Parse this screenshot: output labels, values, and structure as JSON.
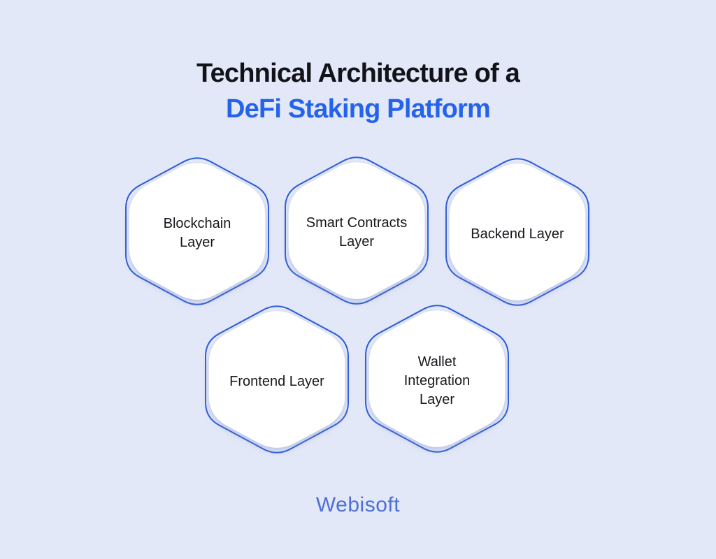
{
  "title": {
    "line1": "Technical Architecture of a",
    "line2": "DeFi Staking Platform"
  },
  "hexagons": [
    {
      "label": "Blockchain Layer"
    },
    {
      "label": "Smart Contracts Layer"
    },
    {
      "label": "Backend Layer"
    },
    {
      "label": "Frontend Layer"
    },
    {
      "label": "Wallet Integration Layer"
    }
  ],
  "footer": {
    "brand": "Webisoft"
  },
  "colors": {
    "background": "#e3e8f8",
    "outline_blue": "#2d5dd7",
    "ring_tint": "#e9edfb",
    "hex_fill": "#ffffff",
    "title_dark": "#121318",
    "title_blue": "#2563eb",
    "brand_blue": "#4e6fd4",
    "label_dark": "#17181d"
  }
}
